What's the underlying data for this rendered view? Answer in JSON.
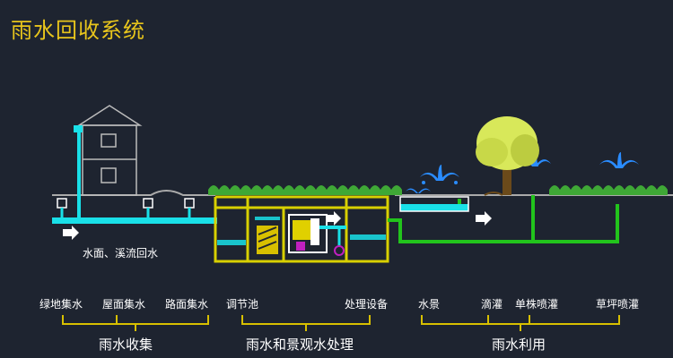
{
  "title": "雨水回收系统",
  "colors": {
    "background": "#1e2430",
    "title": "#e8c51c",
    "collection_pipe": "#19e0e8",
    "treatment_tank": "#d8d000",
    "reuse_pipe": "#22c41c",
    "bracket": "#d8c000"
  },
  "flow_label": "水面、溪流回水",
  "collection": {
    "items": [
      "绿地集水",
      "屋面集水",
      "路面集水"
    ],
    "group_label": "雨水收集"
  },
  "treatment": {
    "items": [
      "调节池",
      "处理设备"
    ],
    "group_label": "雨水和景观水处理"
  },
  "reuse": {
    "items": [
      "水景",
      "滴灌",
      "单株喷灌",
      "草坪喷灌"
    ],
    "group_label": "雨水利用"
  }
}
